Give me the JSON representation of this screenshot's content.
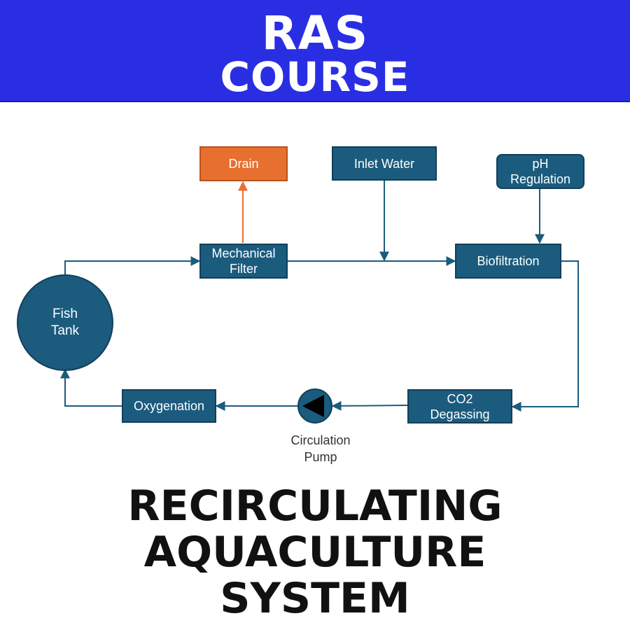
{
  "header": {
    "line1": "RAS",
    "line2": "COURSE",
    "background_color": "#2a2ee3"
  },
  "diagram": {
    "nodes": {
      "drain": "Drain",
      "inlet_water": "Inlet Water",
      "ph_regulation": "pH\nRegulation",
      "mechanical_filter": "Mechanical\nFilter",
      "biofiltration": "Biofiltration",
      "fish_tank": "Fish\nTank",
      "co2_degassing": "CO2\nDegassing",
      "circulation_pump": "Circulation\nPump",
      "oxygenation": "Oxygenation"
    },
    "edges": [
      {
        "from": "Fish Tank",
        "to": "Mechanical Filter"
      },
      {
        "from": "Mechanical Filter",
        "to": "Drain"
      },
      {
        "from": "Mechanical Filter",
        "to": "Biofiltration"
      },
      {
        "from": "Inlet Water",
        "to": "Biofiltration"
      },
      {
        "from": "pH Regulation",
        "to": "Biofiltration"
      },
      {
        "from": "Biofiltration",
        "to": "CO2 Degassing"
      },
      {
        "from": "CO2 Degassing",
        "to": "Circulation Pump"
      },
      {
        "from": "Circulation Pump",
        "to": "Oxygenation"
      },
      {
        "from": "Oxygenation",
        "to": "Fish Tank"
      }
    ],
    "colors": {
      "node_fill": "#1b5b7e",
      "drain_fill": "#e8702f",
      "line": "#1b5b7e",
      "drain_line": "#e8702f"
    }
  },
  "footer": {
    "title": "RECIRCULATING\nAQUACULTURE\nSYSTEM"
  }
}
